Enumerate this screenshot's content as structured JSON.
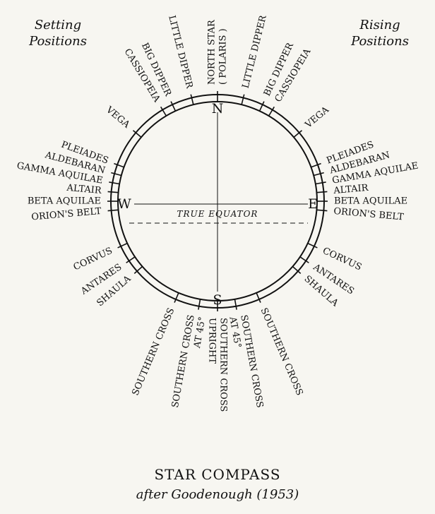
{
  "headings": {
    "setting_line1": "Setting",
    "setting_line2": "Positions",
    "rising_line1": "Rising",
    "rising_line2": "Positions"
  },
  "compass": {
    "north": "N",
    "south": "S",
    "east": "E",
    "west": "W",
    "equator_label": "TRUE EQUATOR",
    "stars": [
      {
        "name": "NORTH STAR",
        "note": "( POLARIS )",
        "bearing": 0
      },
      {
        "name": "LITTLE DIPPER",
        "bearing": 14
      },
      {
        "name": "BIG DIPPER",
        "bearing": 25
      },
      {
        "name": "CASSIOPEIA",
        "bearing": 31
      },
      {
        "name": "VEGA",
        "bearing": 50
      },
      {
        "name": "PLEIADES",
        "bearing": 70
      },
      {
        "name": "ALDEBARAN",
        "bearing": 75
      },
      {
        "name": "GAMMA AQUILAE",
        "bearing": 80
      },
      {
        "name": "ALTAIR",
        "bearing": 85
      },
      {
        "name": "BETA AQUILAE",
        "bearing": 90
      },
      {
        "name": "ORION'S BELT",
        "bearing": 95
      },
      {
        "name": "CORVUS",
        "bearing": 115
      },
      {
        "name": "ANTARES",
        "bearing": 124
      },
      {
        "name": "SHAULA",
        "bearing": 131
      },
      {
        "name": "SOUTHERN CROSS",
        "bearing": 157
      },
      {
        "name": "SOUTHERN CROSS",
        "note": "AT 45°",
        "bearing": 170
      },
      {
        "name": "SOUTHERN CROSS",
        "note": "UPRIGHT",
        "bearing": 180
      }
    ]
  },
  "title": "STAR COMPASS",
  "subtitle": "after Goodenough (1953)"
}
